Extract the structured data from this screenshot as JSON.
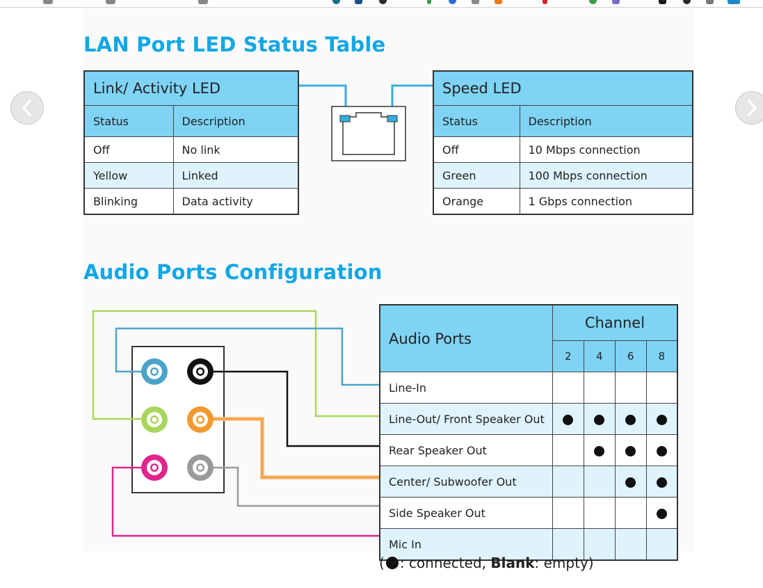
{
  "lan": {
    "heading": "LAN Port LED Status Table",
    "link_table": {
      "title": "Link/ Activity LED",
      "col_status": "Status",
      "col_description": "Description",
      "rows": [
        {
          "status": "Off",
          "description": "No link"
        },
        {
          "status": "Yellow",
          "description": "Linked"
        },
        {
          "status": "Blinking",
          "description": "Data activity"
        }
      ]
    },
    "speed_table": {
      "title": "Speed LED",
      "col_status": "Status",
      "col_description": "Description",
      "rows": [
        {
          "status": "Off",
          "description": "10 Mbps connection"
        },
        {
          "status": "Green",
          "description": "100 Mbps connection"
        },
        {
          "status": "Orange",
          "description": "1 Gbps connection"
        }
      ]
    }
  },
  "audio": {
    "heading": "Audio Ports Configuration",
    "col_ports": "Audio Ports",
    "col_channel": "Channel",
    "channels": [
      "2",
      "4",
      "6",
      "8"
    ],
    "rows": [
      {
        "port": "Line-In",
        "connected": [
          false,
          false,
          false,
          false
        ],
        "color": "#4aa3c9"
      },
      {
        "port": "Line-Out/ Front Speaker Out",
        "connected": [
          true,
          true,
          true,
          true
        ],
        "color": "#a8d65c"
      },
      {
        "port": "Rear Speaker Out",
        "connected": [
          false,
          true,
          true,
          true
        ],
        "color": "#111111"
      },
      {
        "port": "Center/ Subwoofer Out",
        "connected": [
          false,
          false,
          true,
          true
        ],
        "color": "#f29a2e"
      },
      {
        "port": "Side Speaker Out",
        "connected": [
          false,
          false,
          false,
          true
        ],
        "color": "#9a9a9a"
      },
      {
        "port": "Mic In",
        "connected": [
          false,
          false,
          false,
          false
        ],
        "color": "#e0258c"
      }
    ],
    "legend": {
      "open": "(",
      "connected_text": ": connected, ",
      "blank_word": "Blank",
      "empty_text": ": empty)"
    }
  },
  "colors": {
    "heading": "#12a7e6",
    "table_header": "#7fd3f5",
    "table_row_alt": "#dff3fc",
    "cable": "#35aee0"
  },
  "nav": {
    "prev_icon": "chevron-left-icon",
    "next_icon": "chevron-right-icon"
  }
}
